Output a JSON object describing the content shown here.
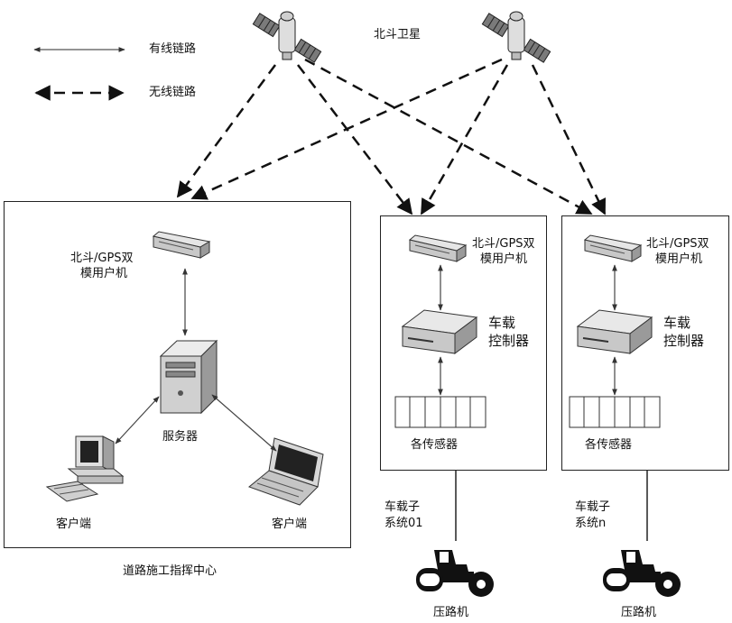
{
  "legend": {
    "wired": "有线链路",
    "wireless": "无线链路"
  },
  "satellites": {
    "label": "北斗卫星"
  },
  "center": {
    "title": "道路施工指挥中心",
    "receiver_line1": "北斗/GPS双",
    "receiver_line2": "模用户机",
    "server": "服务器",
    "client_left": "客户端",
    "client_right": "客户端"
  },
  "subsystem1": {
    "receiver_line1": "北斗/GPS双",
    "receiver_line2": "模用户机",
    "controller_line1": "车载",
    "controller_line2": "控制器",
    "sensors": "各传感器",
    "name_line1": "车载子",
    "name_line2": "系统01",
    "roller": "压路机"
  },
  "subsystemN": {
    "receiver_line1": "北斗/GPS双",
    "receiver_line2": "模用户机",
    "controller_line1": "车载",
    "controller_line2": "控制器",
    "sensors": "各传感器",
    "name_line1": "车载子",
    "name_line2": "系统n",
    "roller": "压路机"
  }
}
